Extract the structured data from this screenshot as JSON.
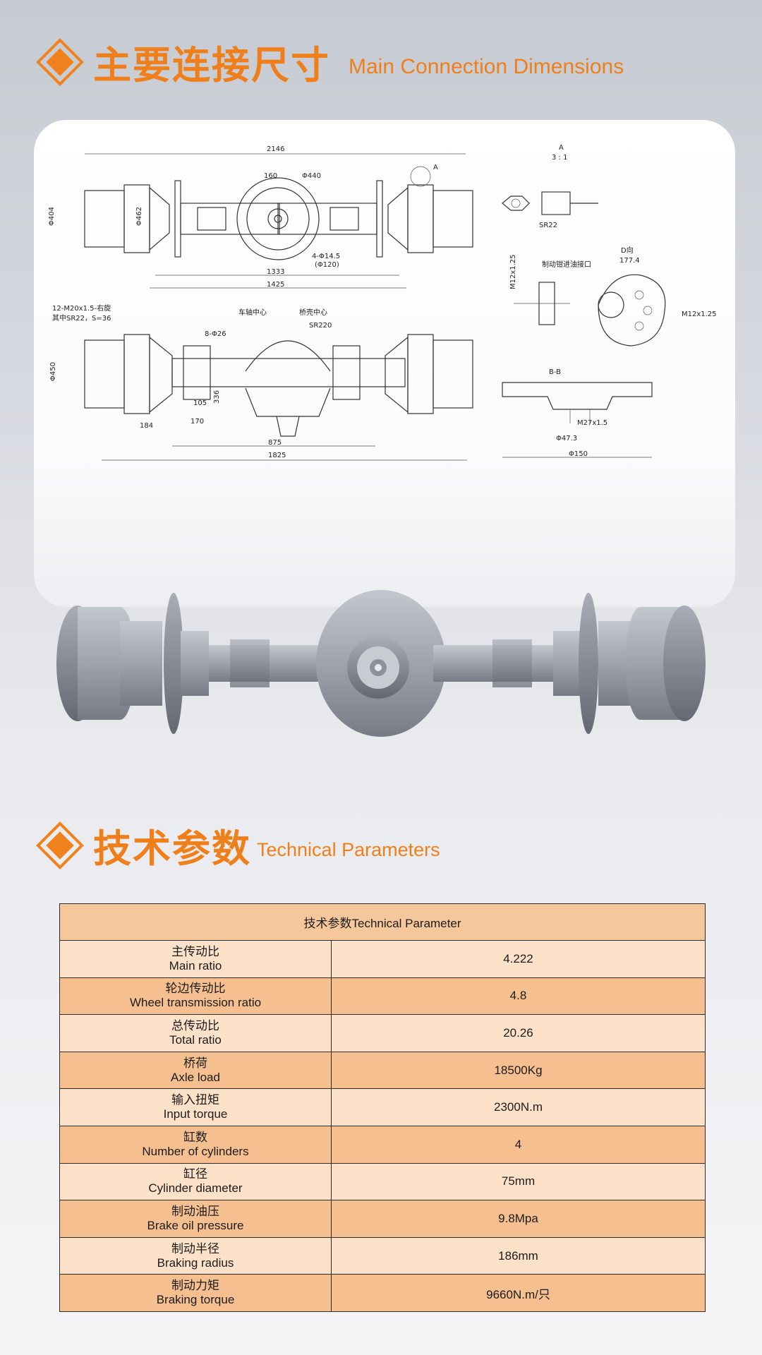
{
  "header_dimensions": {
    "title_cn": "主要连接尺寸",
    "title_en": "Main Connection Dimensions"
  },
  "header_parameters": {
    "title_cn": "技术参数",
    "title_en": "Technical Parameters"
  },
  "drawing_labels": {
    "overall_length": "2146",
    "track_1333": "1333",
    "track_1425": "1425",
    "phi440": "Φ440",
    "dim_160": "160",
    "bolt_holes": "4-Φ14.5",
    "pcd": "(Φ120)",
    "phi404": "Φ404",
    "phi462": "Φ462",
    "thread_note": "12-M20x1.5-右旋",
    "sphere_note": "其中SR22，S=36",
    "bore_8": "8-Φ26",
    "sr220": "SR220",
    "phi450": "Φ450",
    "dim_875": "875",
    "dim_1825": "1825",
    "dim_184": "184",
    "dim_170": "170",
    "dim_105": "105",
    "dim_336": "336",
    "detail_a": "A",
    "scale_a": "3 : 1",
    "sr22": "SR22",
    "brake_port": "制动钳进油接口",
    "m12": "M12x1.25",
    "view_d": "D向",
    "dim_1774": "177.4",
    "section_bb": "B-B",
    "m27": "M27x1.5",
    "phi473": "Φ47.3",
    "phi150": "Φ150",
    "axle_center": "车轴中心",
    "housing_center": "桥壳中心"
  },
  "table": {
    "title": "技术参数Technical Parameter",
    "rows": [
      {
        "cn": "主传动比",
        "en": "Main ratio",
        "value": "4.222"
      },
      {
        "cn": "轮边传动比",
        "en": "Wheel transmission ratio",
        "value": "4.8"
      },
      {
        "cn": "总传动比",
        "en": "Total ratio",
        "value": "20.26"
      },
      {
        "cn": "桥荷",
        "en": "Axle load",
        "value": "18500Kg"
      },
      {
        "cn": "输入扭矩",
        "en": "Input torque",
        "value": "2300N.m"
      },
      {
        "cn": "缸数",
        "en": "Number of cylinders",
        "value": "4"
      },
      {
        "cn": "缸径",
        "en": "Cylinder diameter",
        "value": "75mm"
      },
      {
        "cn": "制动油压",
        "en": "Brake oil pressure",
        "value": "9.8Mpa"
      },
      {
        "cn": "制动半径",
        "en": "Braking radius",
        "value": "186mm"
      },
      {
        "cn": "制动力矩",
        "en": "Braking torque",
        "value": "9660N.m/只"
      }
    ]
  },
  "colors": {
    "accent": "#ef7f1a",
    "row_light": "#fde1c8",
    "row_dark": "#f6bf90",
    "axle_grey": "#9ea3ad"
  }
}
